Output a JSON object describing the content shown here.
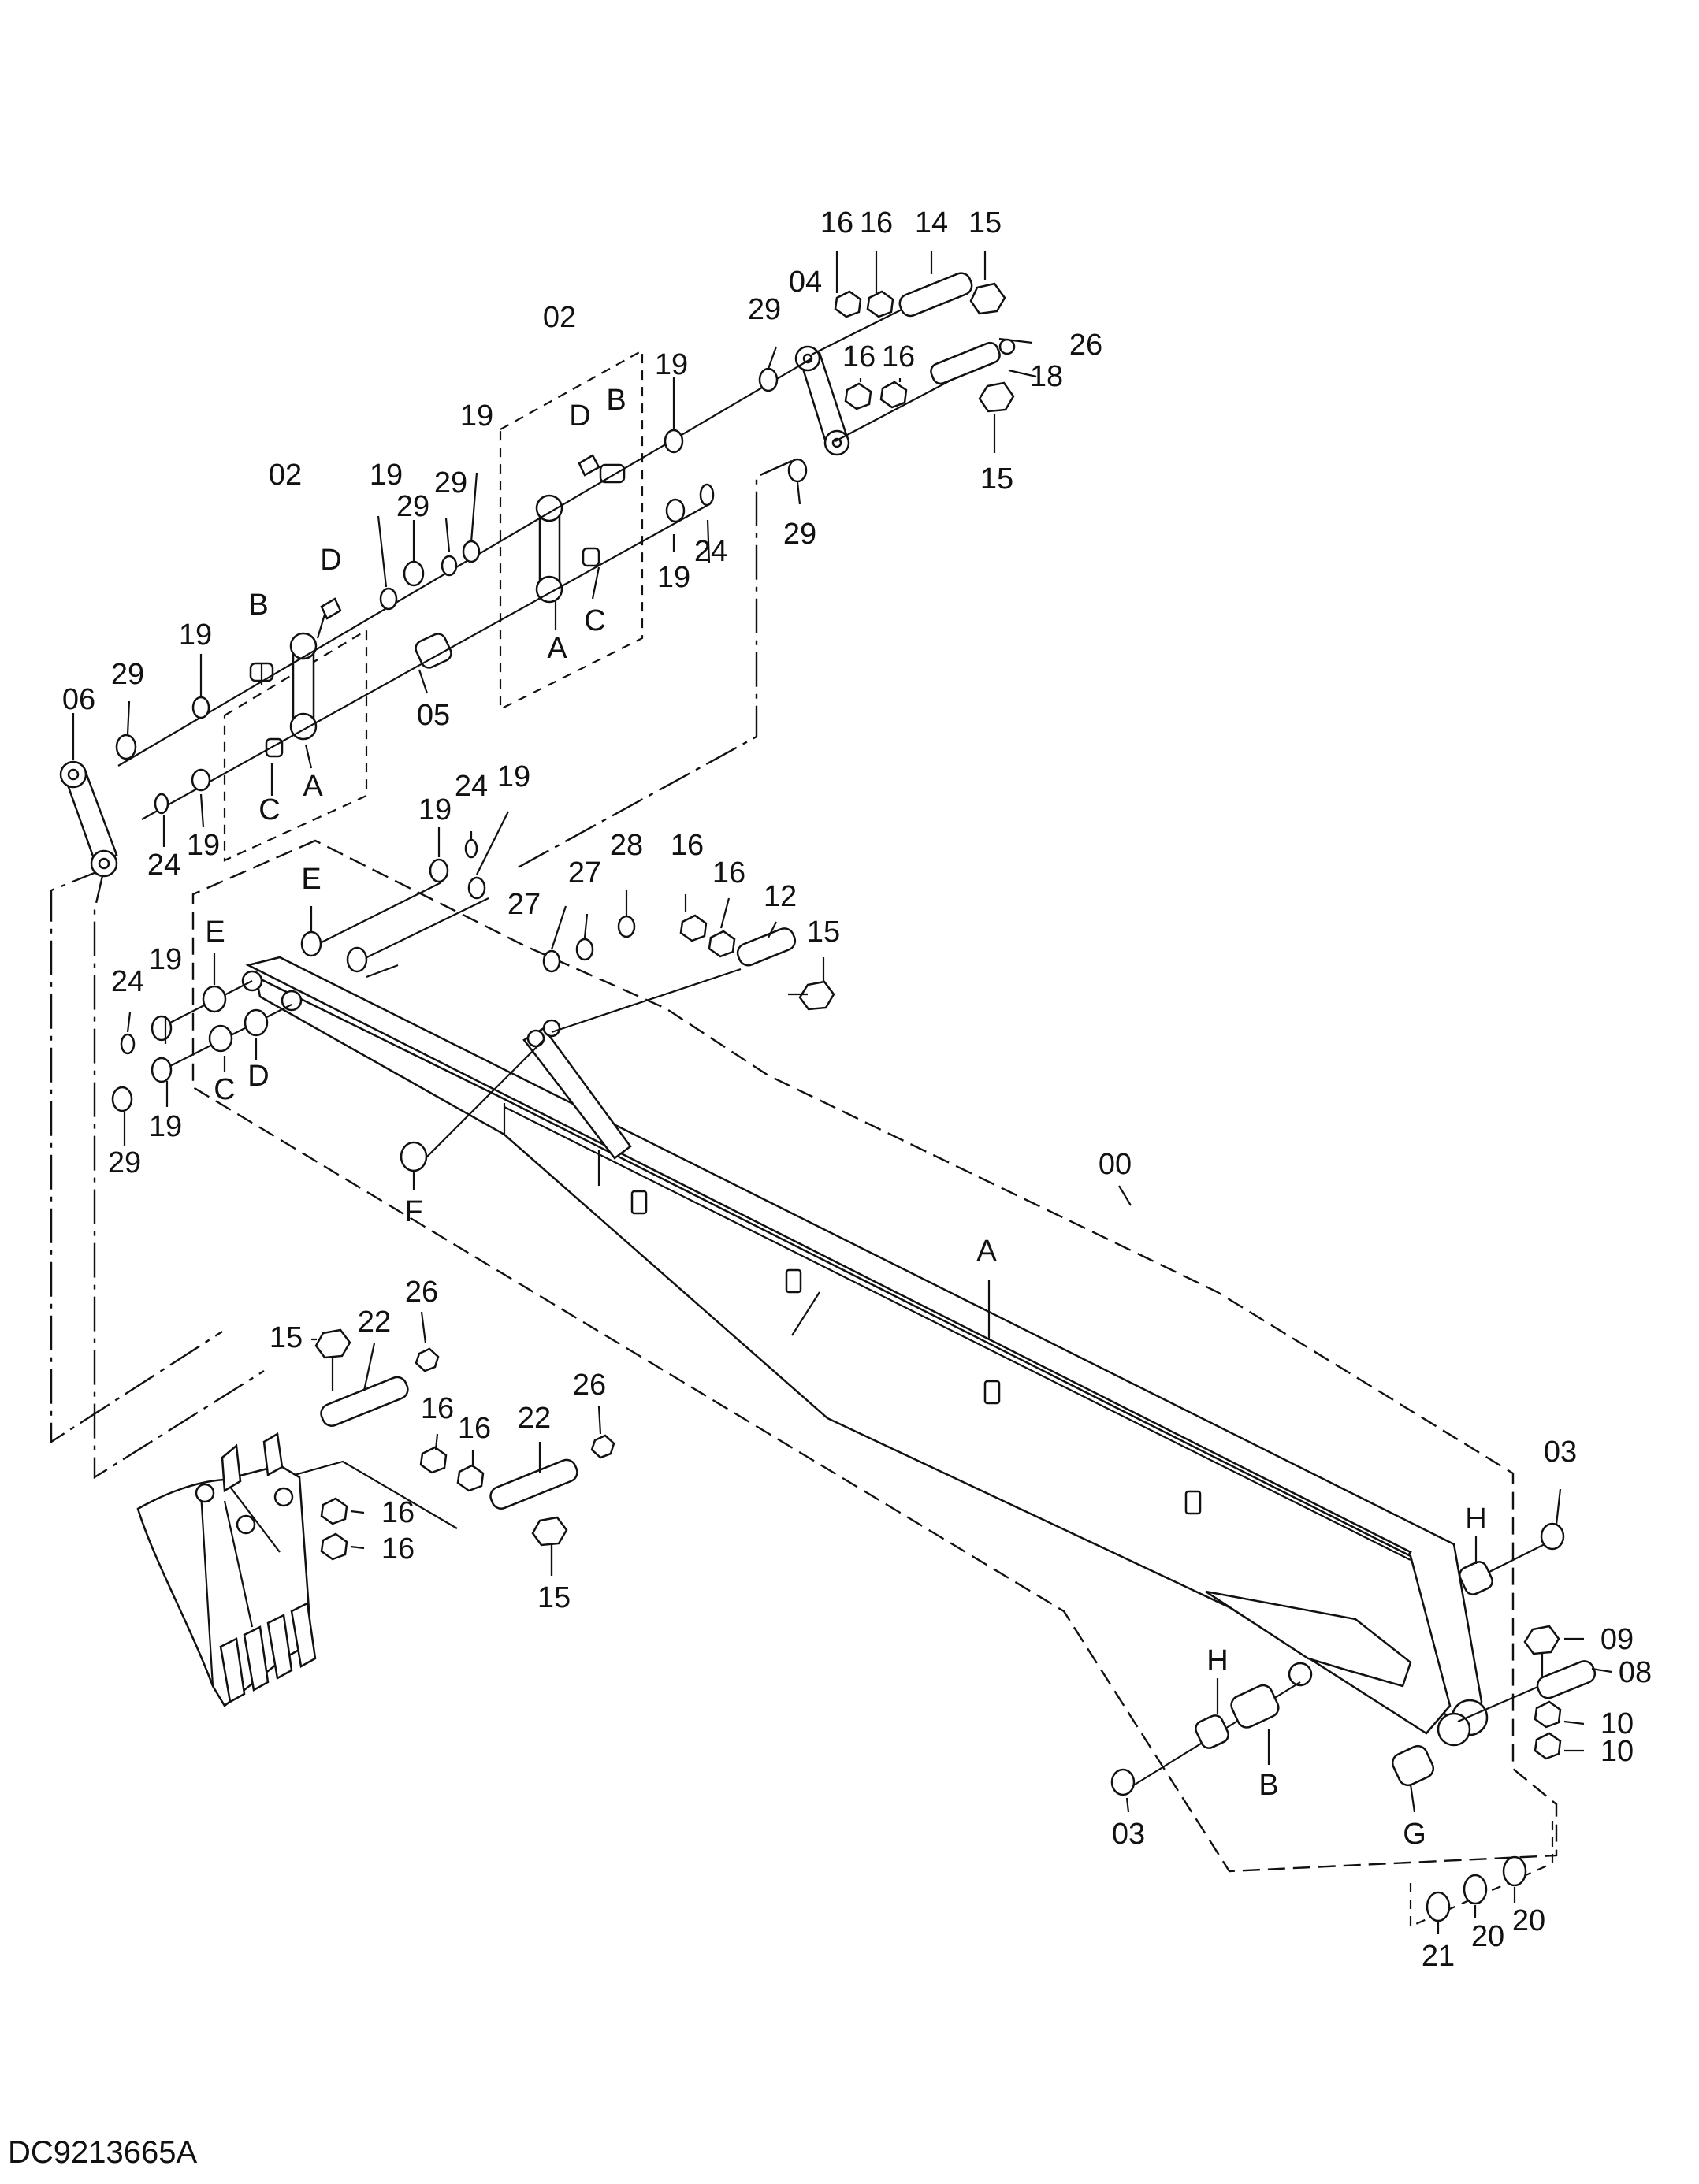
{
  "drawing_code": "DC9213665A",
  "callouts": [
    "16",
    "16",
    "14",
    "15",
    "04",
    "29",
    "26",
    "16",
    "16",
    "18",
    "15",
    "02",
    "19",
    "B",
    "D",
    "19",
    "02",
    "19",
    "29",
    "29",
    "29",
    "19",
    "24",
    "C",
    "A",
    "D",
    "B",
    "19",
    "29",
    "06",
    "05",
    "C",
    "A",
    "19",
    "24",
    "19",
    "24",
    "19",
    "E",
    "E",
    "27",
    "27",
    "28",
    "16",
    "16",
    "12",
    "15",
    "24",
    "19",
    "C",
    "D",
    "29",
    "19",
    "F",
    "00",
    "A",
    "15",
    "22",
    "26",
    "16",
    "16",
    "22",
    "26",
    "16",
    "16",
    "15",
    "03",
    "H",
    "09",
    "08",
    "10",
    "10",
    "H",
    "B",
    "03",
    "G",
    "21",
    "20",
    "20"
  ]
}
